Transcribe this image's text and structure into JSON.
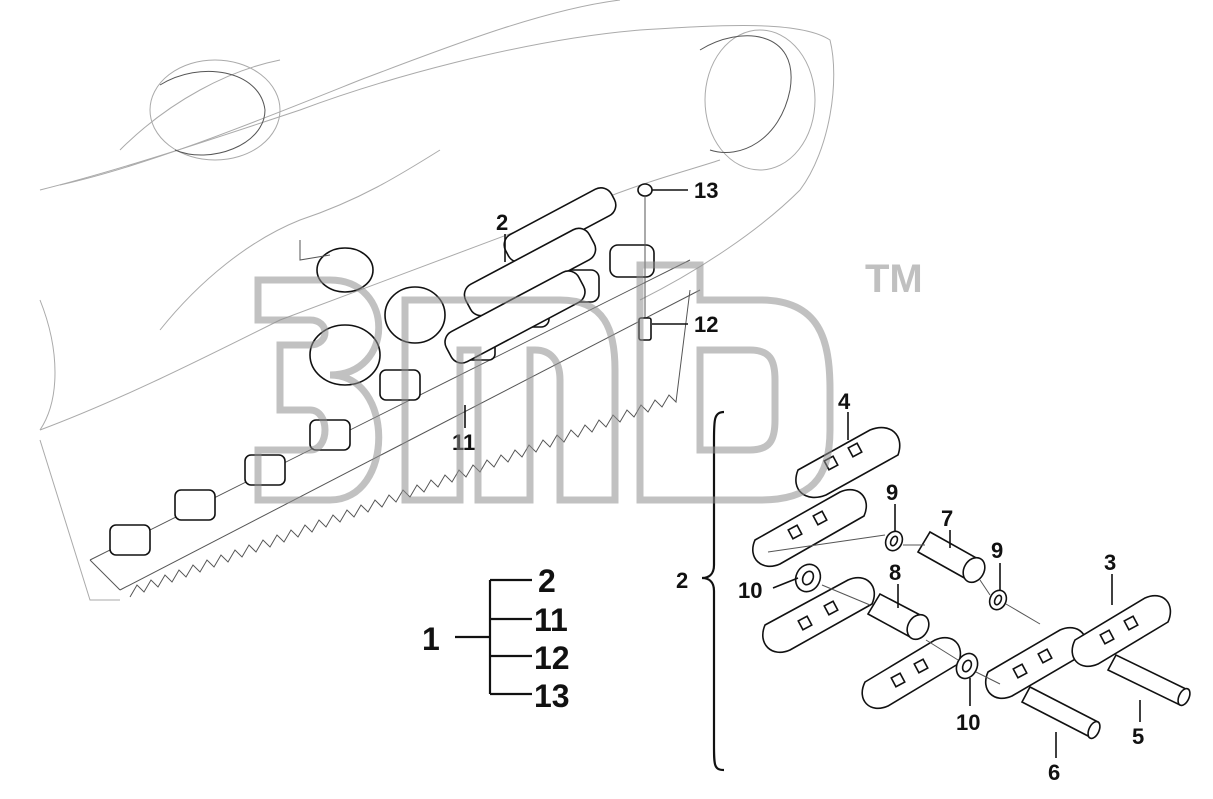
{
  "watermark": {
    "text": "3mb",
    "trademark": "TM"
  },
  "callouts": {
    "c13": "13",
    "c12": "12",
    "c2_top": "2",
    "c11": "11",
    "c4": "4",
    "c9_a": "9",
    "c7": "7",
    "c9_b": "9",
    "c3": "3",
    "c2_brace": "2",
    "c10_a": "10",
    "c8": "8",
    "c10_b": "10",
    "c5": "5",
    "c6": "6"
  },
  "bom": {
    "root": "1",
    "children": [
      "2",
      "11",
      "12",
      "13"
    ]
  }
}
